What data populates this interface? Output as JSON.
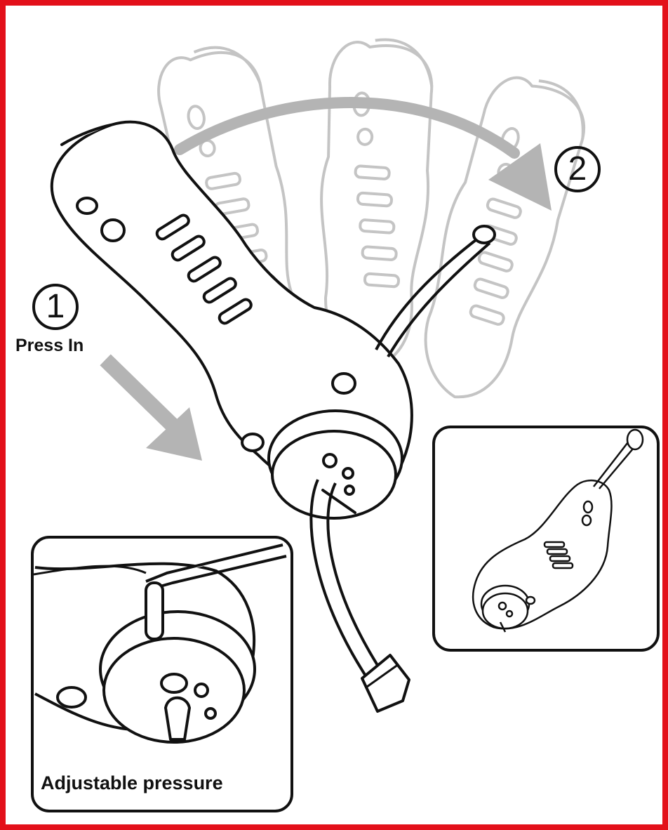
{
  "labels": {
    "press_in": "Press In",
    "adjustable_pressure": "Adjustable pressure"
  },
  "steps": {
    "one": "1",
    "two": "2"
  },
  "colors": {
    "frame": "#e3101a",
    "line": "#111111",
    "ghost": "#c4c4c4",
    "arrow": "#b4b4b4"
  }
}
